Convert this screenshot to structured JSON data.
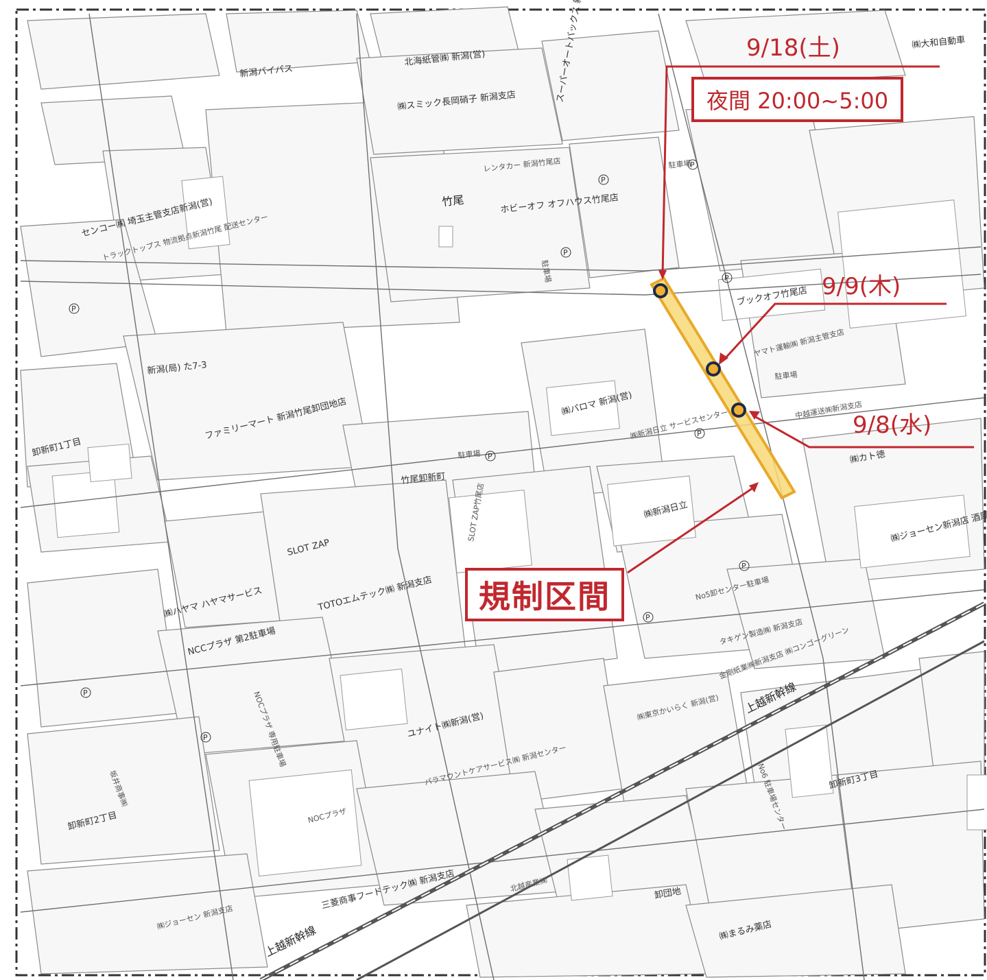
{
  "callouts": {
    "date_sat": "9/18(土)",
    "night_time": "夜間 20:00~5:00",
    "date_thu": "9/9(木)",
    "date_wed": "9/8(水)",
    "section": "規制区間"
  },
  "colors": {
    "annotation": "#c0282e",
    "highlight_fill": "#f8d977",
    "highlight_stroke": "#e8a92a",
    "marker_ring": "#1c2a4a",
    "marker_fill": "#f0b030"
  },
  "labels": {
    "bypass": "新潟バイパス",
    "hokkaido": "北海紙管㈱ 新潟(営)",
    "sumitomo": "㈱スミック長岡硝子 新潟支店",
    "super_auto": "スーパーオートバックス 新潟竹尾店",
    "shin_daiwa": "㈱大和自動車",
    "takeo": "竹尾",
    "sengoku": "センコー㈱ 埼玉主管支店新潟(営)",
    "drug": "トラックトップス 物流拠点新潟竹尾 配送センター",
    "hobby": "ホビーオフ オフハウス竹尾店",
    "rental": "レンタカー 新潟竹尾店",
    "bookoff": "ブックオフ竹尾店",
    "yamato": "ヤマト運輸㈱ 新潟主管支店",
    "chuetsu": "中越運送㈱新潟支店",
    "parking": "駐車場",
    "shinwa": "新潟(局) た7-3",
    "family_mart": "ファミリーマート 新潟竹尾卸団地店",
    "oroshi1": "卸新町1丁目",
    "oroshi2": "卸新町2丁目",
    "oroshi3": "卸新町3丁目",
    "takeo_oroshi": "竹尾卸新町",
    "paroma": "㈱パロマ 新潟(営)",
    "hitachi_service": "㈱新潟日立 サービスセンター",
    "hitachi": "㈱新潟日立",
    "kanbutsu": "㈱カト徳",
    "joshin": "㈱ジョーセン新潟店 酒庫",
    "slot1": "SLOT ZAP",
    "slot2": "SLOT ZAP竹尾店",
    "toto": "TOTOエムテック㈱ 新潟支店",
    "hayama": "㈱ハヤマ ハヤマサービス",
    "ncc2": "NCCプラザ 第2駐車場",
    "ncc": "NOCプラザ 専用駐車場",
    "ncc3": "NOCプラザ",
    "unite": "ユナイト㈱新潟(営)",
    "paramount": "パラマウントケアサービス㈱ 新潟センター",
    "joetsu": "上越新幹線",
    "takigen": "タキゲン製造㈱ 新潟支店",
    "kaneki": "金剛紙業㈱新潟支店 ㈱コンゴーグリーン",
    "kayuraku": "㈱東京かいらく 新潟(営)",
    "sanrin": "三菱商事フードテック㈱ 新潟支店",
    "oroshidanchi": "卸団地",
    "kitakoshi": "北越産業㈱",
    "marumi": "㈱まるみ薬店",
    "kozai": "坂井商事㈱",
    "joshin2": "㈱ジョーセン 新潟支店",
    "ryutsu": "No5卸センター駐車場",
    "center6": "No6 駐車場センター"
  }
}
